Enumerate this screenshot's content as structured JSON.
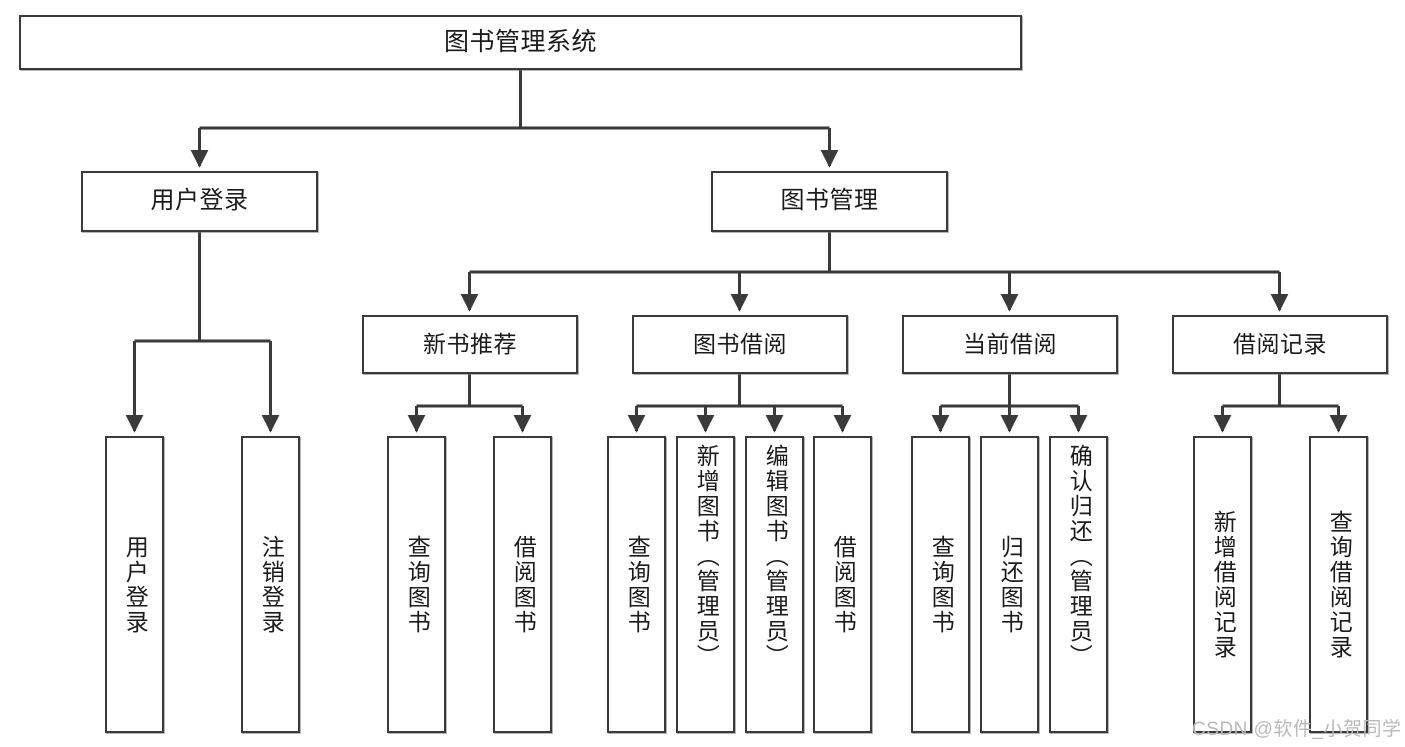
{
  "diagram": {
    "title": "图书管理系统",
    "type": "tree-hierarchy-chart",
    "stroke_color": "#3a3a3a",
    "fill_color": "#ffffff",
    "text_color": "#1b1b1b"
  },
  "root": {
    "label": "图书管理系统"
  },
  "level1": [
    {
      "label": "用户登录"
    },
    {
      "label": "图书管理"
    }
  ],
  "level2": [
    {
      "label": "新书推荐"
    },
    {
      "label": "图书借阅"
    },
    {
      "label": "当前借阅"
    },
    {
      "label": "借阅记录"
    }
  ],
  "leaves": {
    "user_login": [
      {
        "label": "用户登录"
      },
      {
        "label": "注销登录"
      }
    ],
    "new_book": [
      {
        "label": "查询图书"
      },
      {
        "label": "借阅图书"
      }
    ],
    "book_borrow": [
      {
        "label": "查询图书"
      },
      {
        "label": "新增图书（管理员）"
      },
      {
        "label": "编辑图书（管理员）"
      },
      {
        "label": "借阅图书"
      }
    ],
    "current_borrow": [
      {
        "label": "查询图书"
      },
      {
        "label": "归还图书"
      },
      {
        "label": "确认归还（管理员）"
      }
    ],
    "borrow_record": [
      {
        "label": "新增借阅记录"
      },
      {
        "label": "查询借阅记录"
      }
    ]
  },
  "watermark": {
    "text": "CSDN @软件_小贺同学"
  }
}
